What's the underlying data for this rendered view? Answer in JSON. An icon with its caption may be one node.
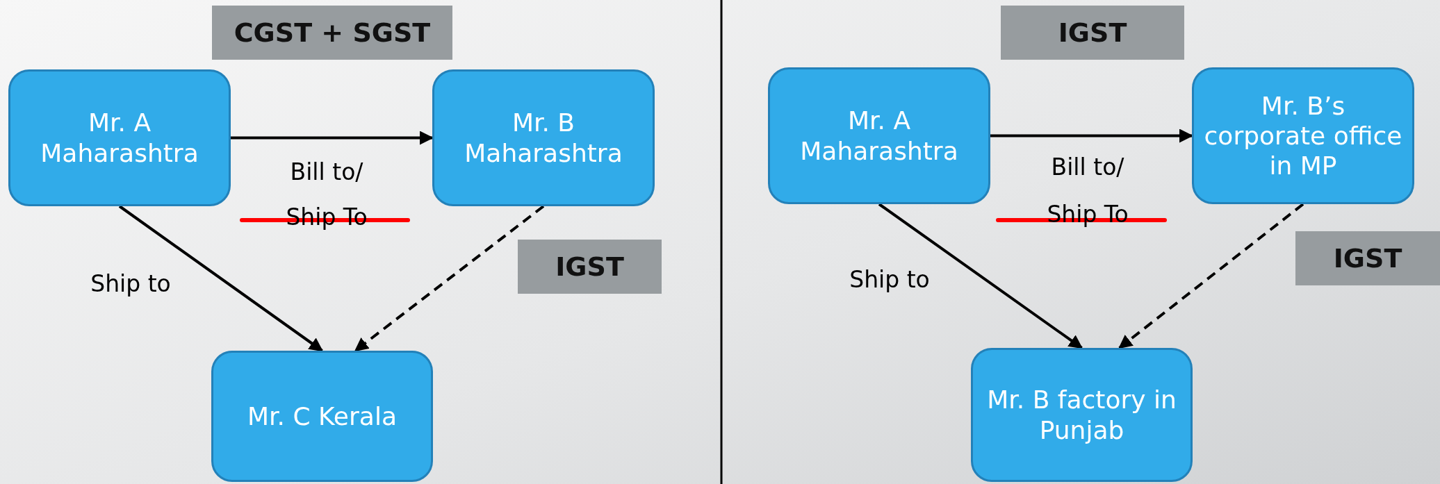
{
  "diagram": {
    "nodes": [
      {
        "text": [
          "CGST + SGST"
        ]
      },
      {
        "text": [
          "Mr. A Maharashtra"
        ]
      },
      {
        "text": [
          "Mr. B Maharashtra"
        ]
      },
      {
        "text": [
          "IGST"
        ]
      },
      {
        "text": [
          "Mr. C Kerala"
        ]
      },
      {
        "text": [
          "IGST"
        ]
      },
      {
        "text": [
          "Mr. A Maharashtra"
        ]
      },
      {
        "text": [
          "Mr. B’s corporate office in MP"
        ]
      },
      {
        "text": [
          "IGST"
        ]
      },
      {
        "text": [
          "Mr. B factory in Punjab"
        ]
      }
    ],
    "edges": [
      {
        "from": 1,
        "to": 2,
        "arrow": "to",
        "label": "Bill to/"
      },
      {
        "from": 1,
        "to": 4,
        "arrow": "to",
        "label": "Ship to"
      },
      {
        "from": 2,
        "to": 4,
        "arrow": "to",
        "style": "dashed"
      },
      {
        "from": 6,
        "to": 7,
        "arrow": "to",
        "label": "Bill to/"
      },
      {
        "from": 6,
        "to": 9,
        "arrow": "to",
        "label": "Ship to"
      },
      {
        "from": 7,
        "to": 9,
        "arrow": "to",
        "style": "dashed"
      }
    ],
    "labels": [
      "Ship To",
      "Ship To"
    ]
  }
}
